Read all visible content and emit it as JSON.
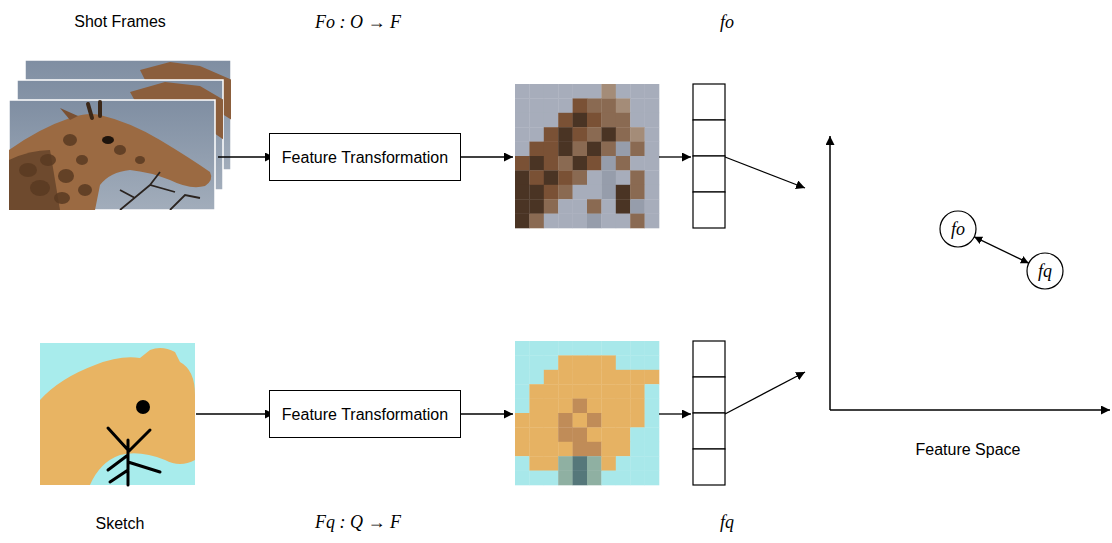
{
  "diagram": {
    "nodes": [
      {
        "text": [
          "Feature Transformation"
        ]
      },
      {
        "text": [
          "Feature Transformation"
        ]
      },
      {
        "text": [
          "fo"
        ]
      },
      {
        "text": [
          "fq"
        ]
      }
    ],
    "edges": [
      {
        "from": 2,
        "to": 3,
        "arrow": "both"
      }
    ],
    "labels": [
      "Shot Frames",
      "Fo : O → F",
      "fo",
      "Sketch",
      "Fq : Q → F",
      "fq",
      "Feature Space"
    ]
  }
}
